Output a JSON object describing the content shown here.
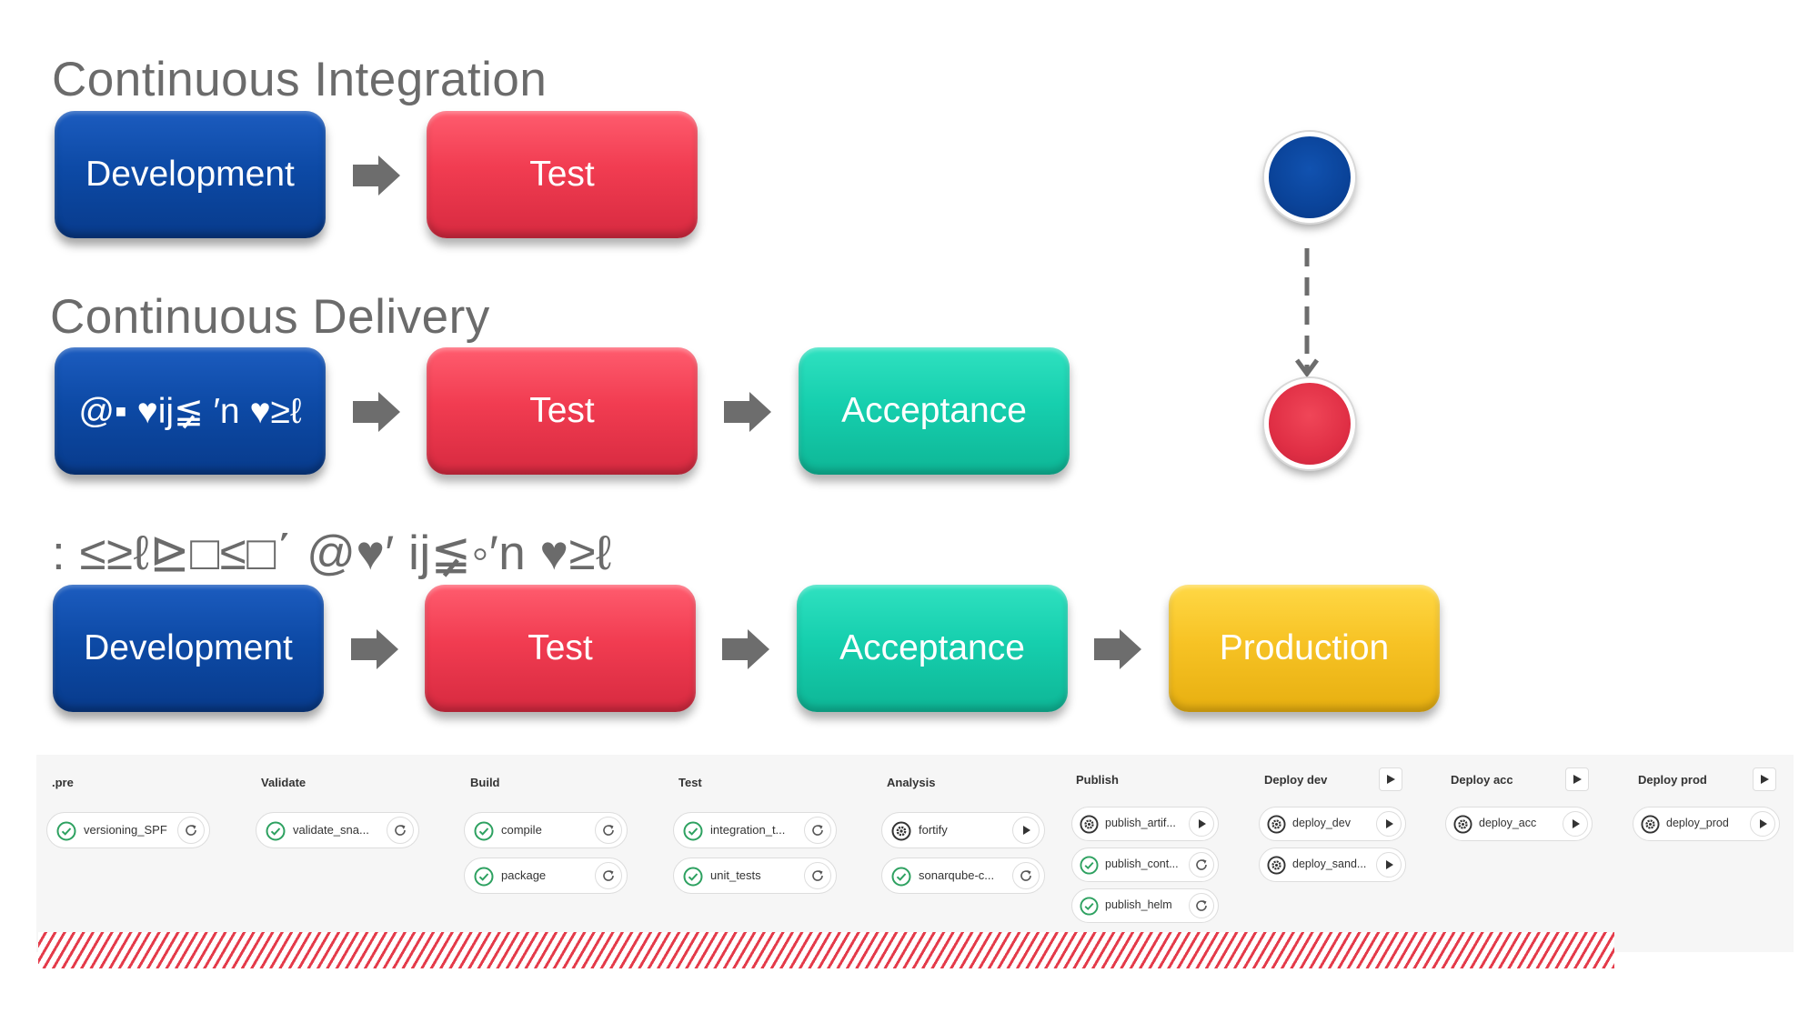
{
  "sections": [
    {
      "title": "Continuous Integration",
      "boxes": [
        "Development",
        "Test"
      ]
    },
    {
      "title": "Continuous Delivery",
      "boxes": [
        "@▪ ♥ij≨ ′n ♥≥ℓ",
        "Test",
        "Acceptance"
      ]
    },
    {
      "title": ": ≤≥ℓ⊵□≤□΄ @♥′ ij≨◦′n ♥≥ℓ",
      "boxes": [
        "Development",
        "Test",
        "Acceptance",
        "Production"
      ]
    }
  ],
  "colors": {
    "development": "#0d4aa6",
    "test": "#f13c51",
    "acceptance": "#16cfae",
    "production": "#f7c325",
    "arrow": "#6d6d6d",
    "success": "#2da160"
  },
  "icons": {
    "flow_arrow": "right-arrow-icon",
    "status_success": "check-circle-icon",
    "status_manual": "gear-icon",
    "retry": "retry-icon",
    "play": "play-icon"
  },
  "pipeline": {
    "stages": [
      {
        "name": ".pre",
        "has_play": false,
        "jobs": [
          {
            "name": "versioning_SPF",
            "status": "success",
            "action": "retry"
          }
        ]
      },
      {
        "name": "Validate",
        "has_play": false,
        "jobs": [
          {
            "name": "validate_sna...",
            "status": "success",
            "action": "retry"
          }
        ]
      },
      {
        "name": "Build",
        "has_play": false,
        "jobs": [
          {
            "name": "compile",
            "status": "success",
            "action": "retry"
          },
          {
            "name": "package",
            "status": "success",
            "action": "retry"
          }
        ]
      },
      {
        "name": "Test",
        "has_play": false,
        "jobs": [
          {
            "name": "integration_t...",
            "status": "success",
            "action": "retry"
          },
          {
            "name": "unit_tests",
            "status": "success",
            "action": "retry"
          }
        ]
      },
      {
        "name": "Analysis",
        "has_play": false,
        "jobs": [
          {
            "name": "fortify",
            "status": "manual",
            "action": "play"
          },
          {
            "name": "sonarqube-c...",
            "status": "success",
            "action": "retry"
          }
        ]
      },
      {
        "name": "Publish",
        "has_play": false,
        "jobs": [
          {
            "name": "publish_artif...",
            "status": "manual",
            "action": "play"
          },
          {
            "name": "publish_cont...",
            "status": "success",
            "action": "retry"
          },
          {
            "name": "publish_helm",
            "status": "success",
            "action": "retry"
          }
        ]
      },
      {
        "name": "Deploy dev",
        "has_play": true,
        "jobs": [
          {
            "name": "deploy_dev",
            "status": "manual",
            "action": "play"
          },
          {
            "name": "deploy_sand...",
            "status": "manual",
            "action": "play"
          }
        ]
      },
      {
        "name": "Deploy acc",
        "has_play": true,
        "jobs": [
          {
            "name": "deploy_acc",
            "status": "manual",
            "action": "play"
          }
        ]
      },
      {
        "name": "Deploy prod",
        "has_play": true,
        "jobs": [
          {
            "name": "deploy_prod",
            "status": "manual",
            "action": "play"
          }
        ]
      }
    ]
  }
}
